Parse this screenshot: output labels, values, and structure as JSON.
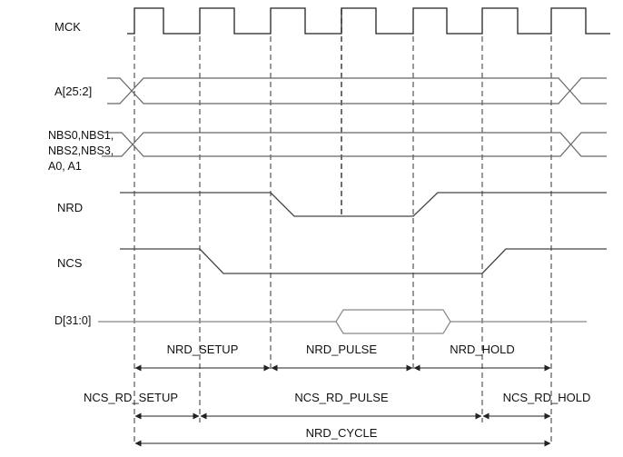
{
  "signals": {
    "mck": "MCK",
    "addr": "A[25:2]",
    "nbs_line1": "NBS0,NBS1,",
    "nbs_line2": "NBS2,NBS3,",
    "nbs_line3": "A0, A1",
    "nrd": "NRD",
    "ncs": "NCS",
    "data": "D[31:0]"
  },
  "intervals": {
    "nrd_setup": "NRD_SETUP",
    "nrd_pulse": "NRD_PULSE",
    "nrd_hold": "NRD_HOLD",
    "ncs_rd_setup": "NCS_RD_SETUP",
    "ncs_rd_pulse": "NCS_RD_PULSE",
    "ncs_rd_hold": "NCS_RD_HOLD",
    "nrd_cycle": "NRD_CYCLE"
  },
  "colors": {
    "line": "#222222",
    "grey_line": "#888888"
  }
}
